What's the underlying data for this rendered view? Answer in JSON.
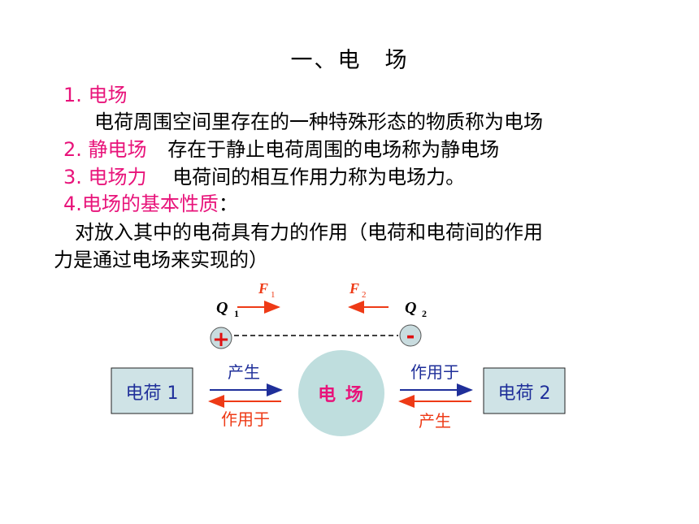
{
  "title": "一、电　场",
  "items": {
    "item1": {
      "num": "1.",
      "heading": "电场",
      "text": "电荷周围空间里存在的一种特殊形态的物质称为电场"
    },
    "item2": {
      "num": "2.",
      "heading": "静电场",
      "text": "存在于静止电荷周围的电场称为静电场"
    },
    "item3": {
      "num": "3.",
      "heading": "电场力",
      "text": "电荷间的相互作用力称为电场力。"
    },
    "item4": {
      "num": "4.",
      "heading": "电场的基本性质",
      "colon": "：",
      "text_line1": "对放入其中的电荷具有力的作用（电荷和电荷间的作用",
      "text_line2": "力是通过电场来实现的）"
    }
  },
  "diagram": {
    "q1": "Q",
    "q1_sub": "1",
    "q2": "Q",
    "q2_sub": "2",
    "f1": "F",
    "f1_sub": "1",
    "f2": "F",
    "f2_sub": "2",
    "plus": "+",
    "minus": "-",
    "charge1": "电荷 1",
    "charge2": "电荷 2",
    "field": "电 场",
    "left_top": "产生",
    "left_bottom": "作用于",
    "right_top": "作用于",
    "right_bottom": "产生",
    "colors": {
      "pink": "#e8137a",
      "blue": "#1f2f9a",
      "red": "#ee3a16",
      "box_fill": "#cfe3e6",
      "circle_fill": "#bfdede"
    }
  }
}
